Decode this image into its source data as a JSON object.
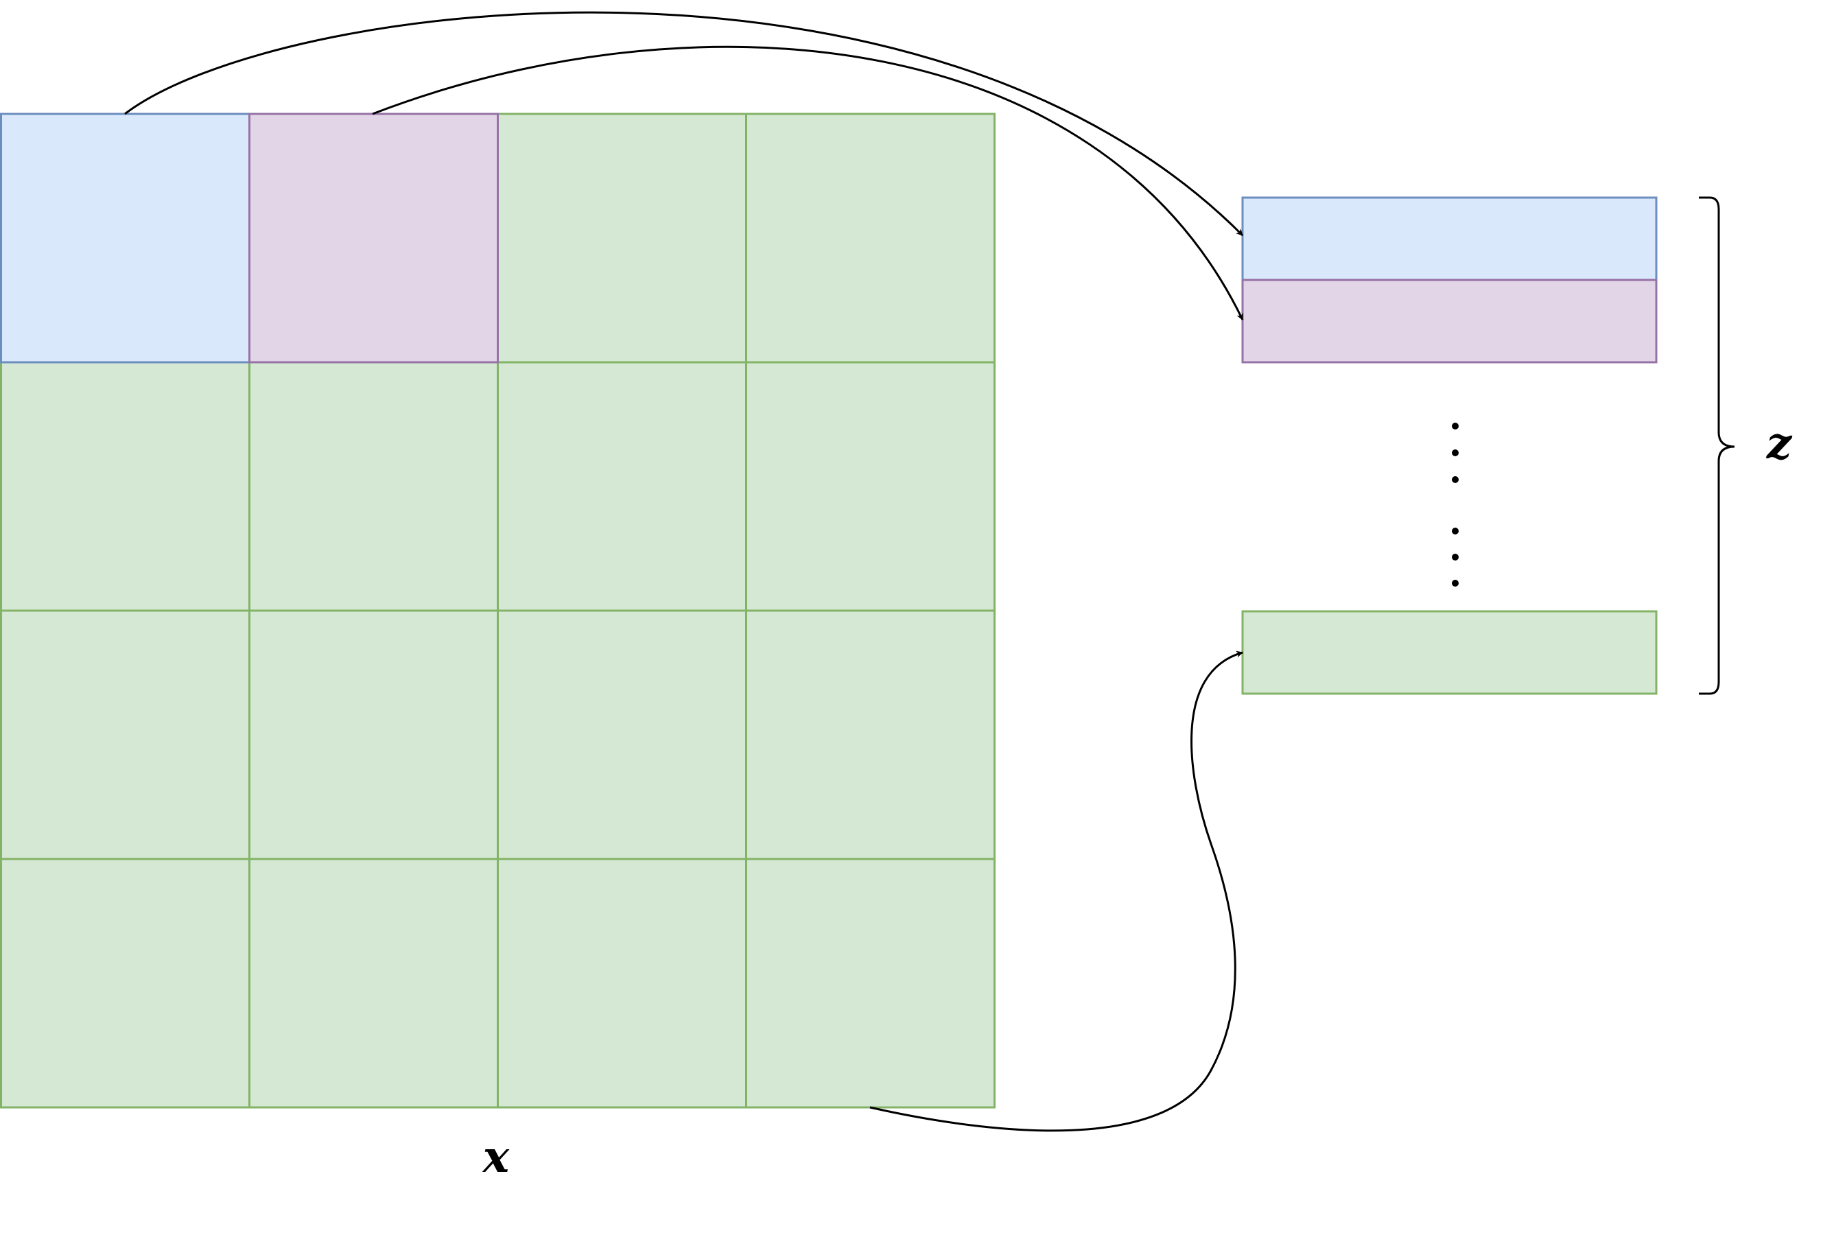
{
  "diagram": {
    "grid": {
      "rows": 4,
      "cols": 4,
      "highlighted": [
        {
          "row": 0,
          "col": 0,
          "color": "blue"
        },
        {
          "row": 0,
          "col": 1,
          "color": "purple"
        }
      ]
    },
    "labels": {
      "input": "x",
      "output": "z"
    },
    "output_rows": [
      "blue",
      "purple",
      "green"
    ],
    "ellipsis": "⋮"
  },
  "colors": {
    "blue_fill": "#dae8fc",
    "blue_stroke": "#6c8ebf",
    "purple_fill": "#e1d5e7",
    "purple_stroke": "#9673a6",
    "green_fill": "#d5e8d4",
    "green_stroke": "#82b366"
  }
}
